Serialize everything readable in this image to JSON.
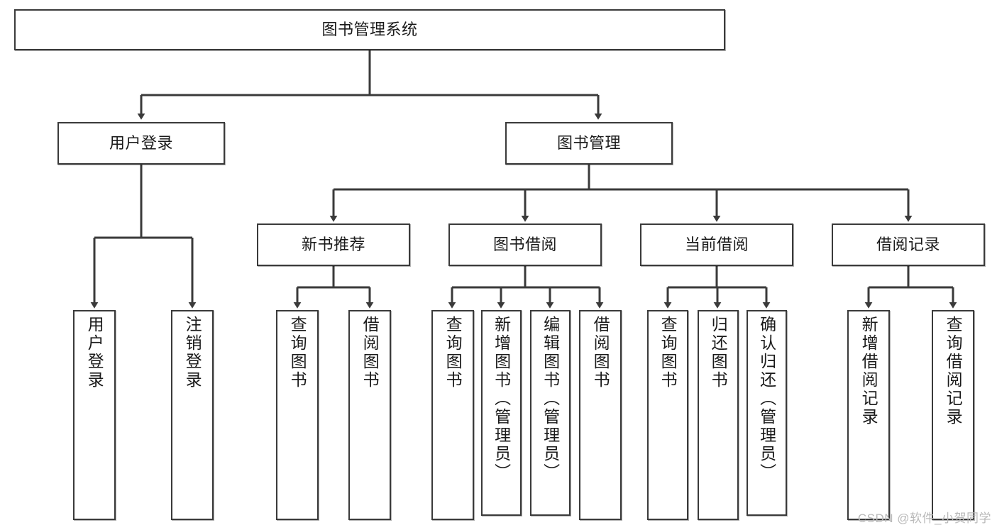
{
  "diagram": {
    "title": "图书管理系统",
    "type": "hierarchy-tree",
    "colors": {
      "box_border": "#3a3a3a",
      "box_fill": "#ffffff",
      "connector": "#3a3a3a",
      "text": "#1a1a1a",
      "watermark": "#b9b9b9"
    },
    "root": {
      "label": "图书管理系统"
    },
    "level2": [
      {
        "label": "用户登录"
      },
      {
        "label": "图书管理"
      }
    ],
    "level3": [
      {
        "label": "新书推荐"
      },
      {
        "label": "图书借阅"
      },
      {
        "label": "当前借阅"
      },
      {
        "label": "借阅记录"
      }
    ],
    "leaves": {
      "user_login": [
        {
          "label": "用户登录"
        },
        {
          "label": "注销登录"
        }
      ],
      "new_book_recommend": [
        {
          "label": "查询图书"
        },
        {
          "label": "借阅图书"
        }
      ],
      "book_borrow": [
        {
          "label": "查询图书"
        },
        {
          "label": "新增图书（管理员）"
        },
        {
          "label": "编辑图书（管理员）"
        },
        {
          "label": "借阅图书"
        }
      ],
      "current_borrow": [
        {
          "label": "查询图书"
        },
        {
          "label": "归还图书"
        },
        {
          "label": "确认归还（管理员）"
        }
      ],
      "borrow_record": [
        {
          "label": "新增借阅记录"
        },
        {
          "label": "查询借阅记录"
        }
      ]
    }
  },
  "watermark": {
    "text": "CSDN @软件_小贺同学"
  }
}
